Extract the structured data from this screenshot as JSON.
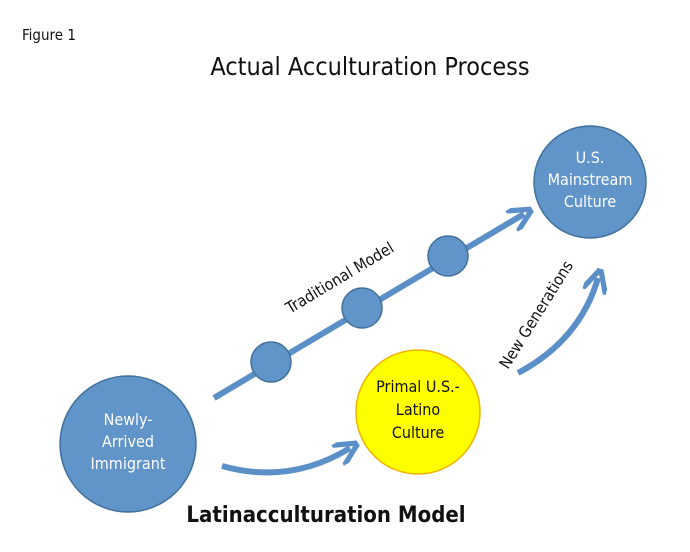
{
  "figure_label": "Figure 1",
  "title": "Actual Acculturation Process",
  "subtitle": "Latinacculturation Model",
  "colors": {
    "blue_fill": "#6194c8",
    "blue_stroke": "#41719c",
    "yellow_fill": "#ffff00",
    "yellow_stroke": "#f0b400",
    "arrow": "#5b8fc8",
    "text_dark": "#111111",
    "text_light": "#ffffff"
  },
  "nodes": {
    "immigrant": {
      "lines": [
        "Newly-",
        "Arrived",
        "Immigrant"
      ]
    },
    "mainstream": {
      "lines": [
        "U.S.",
        "Mainstream",
        "Culture"
      ]
    },
    "primal": {
      "lines": [
        "Primal U.S.-",
        "Latino",
        "Culture"
      ]
    }
  },
  "edges": {
    "traditional": {
      "label": "Traditional Model",
      "stages": 3
    },
    "new_generations": {
      "label": "New Generations"
    },
    "to_primal": {
      "label": ""
    }
  }
}
